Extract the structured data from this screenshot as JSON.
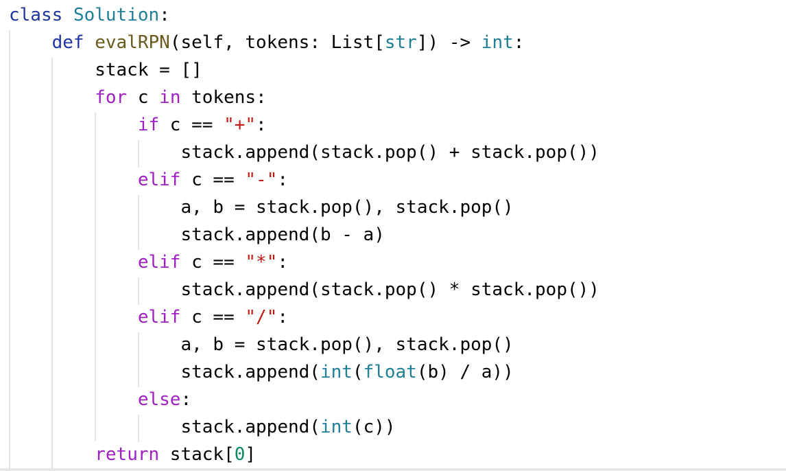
{
  "editor": {
    "language": "python",
    "colors": {
      "keyword": "#1f35a3",
      "control": "#a020c7",
      "classname": "#1f7f98",
      "funcname": "#6b5a1e",
      "builtin": "#1f7f98",
      "string": "#c41a16",
      "number": "#0a8a5c",
      "plain": "#000000",
      "indent_guide": "#e4e4e4"
    },
    "lines": [
      [
        {
          "t": "keyword",
          "v": "class"
        },
        {
          "t": "plain",
          "v": " "
        },
        {
          "t": "classname",
          "v": "Solution"
        },
        {
          "t": "plain",
          "v": ":"
        }
      ],
      [
        {
          "t": "plain",
          "v": "    "
        },
        {
          "t": "keyword",
          "v": "def"
        },
        {
          "t": "plain",
          "v": " "
        },
        {
          "t": "funcname",
          "v": "evalRPN"
        },
        {
          "t": "plain",
          "v": "(self, tokens: List["
        },
        {
          "t": "builtin",
          "v": "str"
        },
        {
          "t": "plain",
          "v": "]) -> "
        },
        {
          "t": "builtin",
          "v": "int"
        },
        {
          "t": "plain",
          "v": ":"
        }
      ],
      [
        {
          "t": "plain",
          "v": "        stack = []"
        }
      ],
      [
        {
          "t": "plain",
          "v": "        "
        },
        {
          "t": "control",
          "v": "for"
        },
        {
          "t": "plain",
          "v": " c "
        },
        {
          "t": "control",
          "v": "in"
        },
        {
          "t": "plain",
          "v": " tokens:"
        }
      ],
      [
        {
          "t": "plain",
          "v": "            "
        },
        {
          "t": "control",
          "v": "if"
        },
        {
          "t": "plain",
          "v": " c == "
        },
        {
          "t": "string",
          "v": "\"+\""
        },
        {
          "t": "plain",
          "v": ":"
        }
      ],
      [
        {
          "t": "plain",
          "v": "                stack.append(stack.pop() + stack.pop())"
        }
      ],
      [
        {
          "t": "plain",
          "v": "            "
        },
        {
          "t": "control",
          "v": "elif"
        },
        {
          "t": "plain",
          "v": " c == "
        },
        {
          "t": "string",
          "v": "\"-\""
        },
        {
          "t": "plain",
          "v": ":"
        }
      ],
      [
        {
          "t": "plain",
          "v": "                a, b = stack.pop(), stack.pop()"
        }
      ],
      [
        {
          "t": "plain",
          "v": "                stack.append(b - a)"
        }
      ],
      [
        {
          "t": "plain",
          "v": "            "
        },
        {
          "t": "control",
          "v": "elif"
        },
        {
          "t": "plain",
          "v": " c == "
        },
        {
          "t": "string",
          "v": "\"*\""
        },
        {
          "t": "plain",
          "v": ":"
        }
      ],
      [
        {
          "t": "plain",
          "v": "                stack.append(stack.pop() * stack.pop())"
        }
      ],
      [
        {
          "t": "plain",
          "v": "            "
        },
        {
          "t": "control",
          "v": "elif"
        },
        {
          "t": "plain",
          "v": " c == "
        },
        {
          "t": "string",
          "v": "\"/\""
        },
        {
          "t": "plain",
          "v": ":"
        }
      ],
      [
        {
          "t": "plain",
          "v": "                a, b = stack.pop(), stack.pop()"
        }
      ],
      [
        {
          "t": "plain",
          "v": "                stack.append("
        },
        {
          "t": "builtin",
          "v": "int"
        },
        {
          "t": "plain",
          "v": "("
        },
        {
          "t": "builtin",
          "v": "float"
        },
        {
          "t": "plain",
          "v": "(b) / a))"
        }
      ],
      [
        {
          "t": "plain",
          "v": "            "
        },
        {
          "t": "control",
          "v": "else"
        },
        {
          "t": "plain",
          "v": ":"
        }
      ],
      [
        {
          "t": "plain",
          "v": "                stack.append("
        },
        {
          "t": "builtin",
          "v": "int"
        },
        {
          "t": "plain",
          "v": "(c))"
        }
      ],
      [
        {
          "t": "plain",
          "v": "        "
        },
        {
          "t": "control",
          "v": "return"
        },
        {
          "t": "plain",
          "v": " stack["
        },
        {
          "t": "number",
          "v": "0"
        },
        {
          "t": "plain",
          "v": "]"
        }
      ]
    ]
  }
}
